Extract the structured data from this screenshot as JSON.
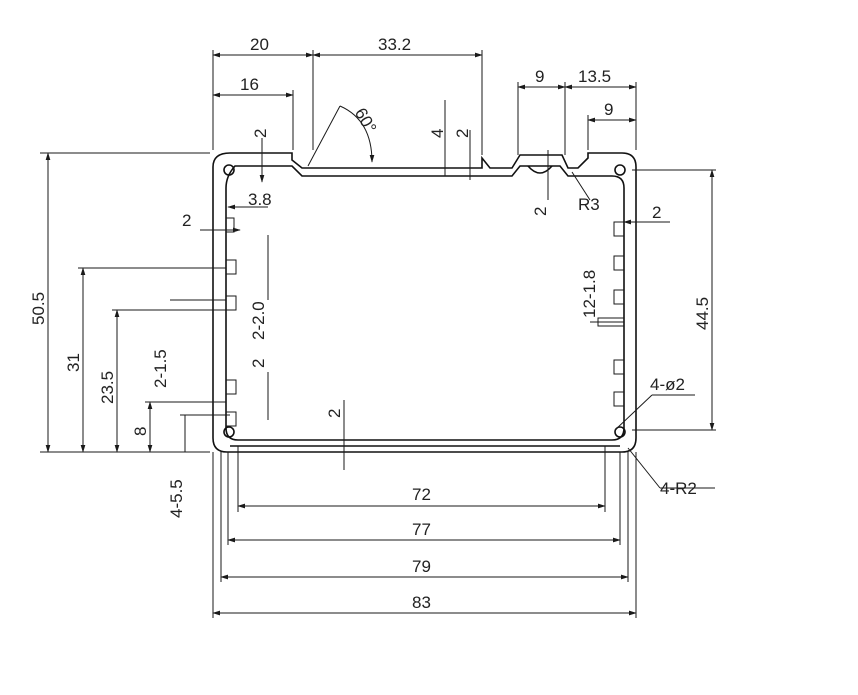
{
  "drawing": {
    "colors": {
      "line": "#1a1a1a",
      "background": "#ffffff",
      "text": "#222222"
    },
    "top_dims": {
      "w20": "20",
      "w33_2": "33.2",
      "w16": "16",
      "w9a": "9",
      "w13_5": "13.5",
      "w9b": "9"
    },
    "small_dims": {
      "d2_top": "2",
      "d4_top": "4",
      "d2_top_b": "2",
      "d3_8": "3.8",
      "d2_left": "2",
      "d2_right_gap": "2",
      "d2_right_wall": "2",
      "d2_center": "2",
      "d2_left_inner": "2"
    },
    "angle": "60°",
    "radius_r3": "R3",
    "hole_note": "4-ø2",
    "radius_note": "4-R2",
    "fin_notes": {
      "left_mid": "2-2.0",
      "left_low": "2-1.5",
      "right": "12-1.8"
    },
    "left_dims": {
      "h50_5": "50.5",
      "h31": "31",
      "h23_5": "23.5",
      "h8": "8",
      "h4_5_5": "4-5.5"
    },
    "right_dims": {
      "h44_5": "44.5"
    },
    "bottom_dims": {
      "w72": "72",
      "w77": "77",
      "w79": "79",
      "w83": "83"
    }
  }
}
